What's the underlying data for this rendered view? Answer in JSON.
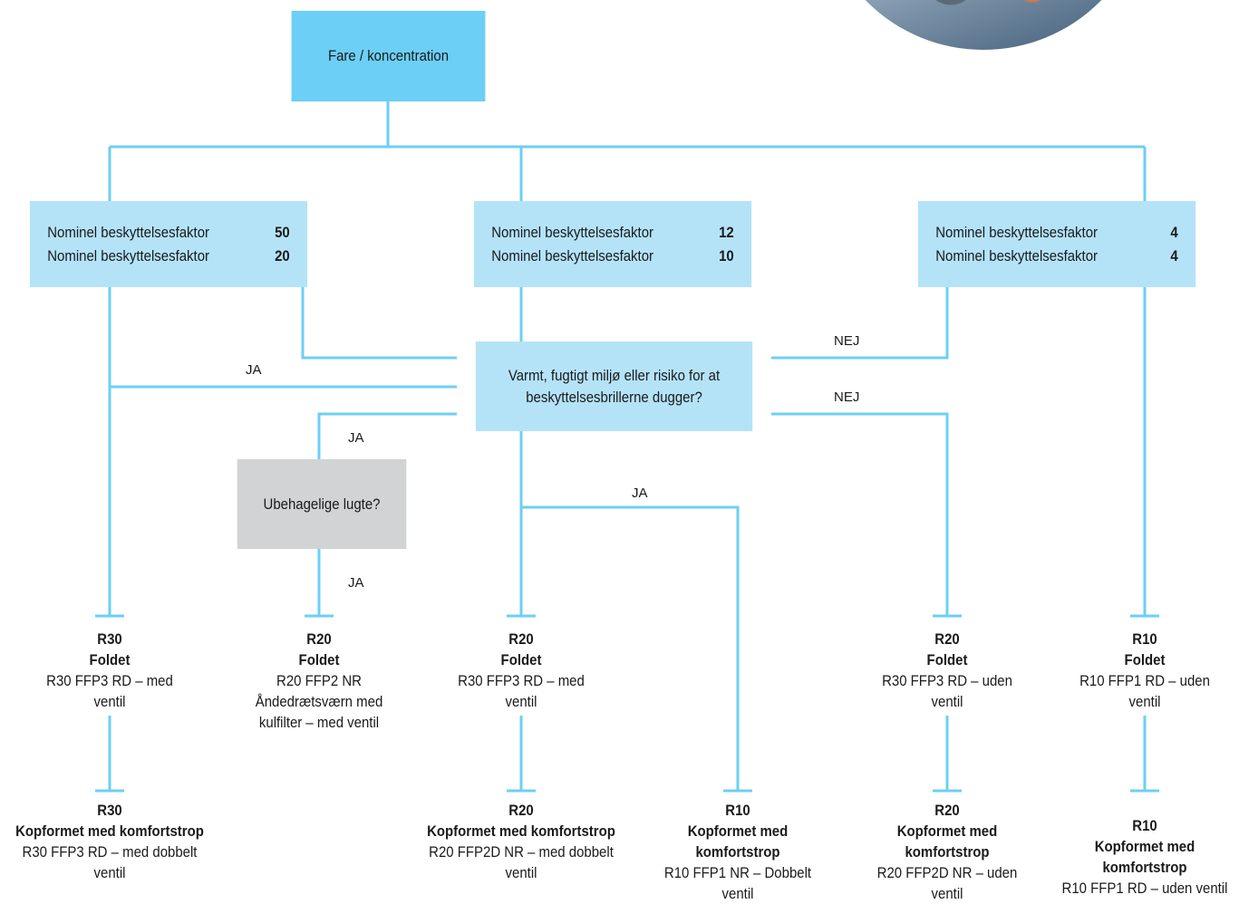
{
  "root": {
    "label": "Fare / koncentration"
  },
  "factor_groups": [
    {
      "rows": [
        {
          "label": "Nominel beskyttelsesfaktor",
          "value": "50"
        },
        {
          "label": "Nominel beskyttelsesfaktor",
          "value": "20"
        }
      ]
    },
    {
      "rows": [
        {
          "label": "Nominel beskyttelsesfaktor",
          "value": "12"
        },
        {
          "label": "Nominel beskyttelsesfaktor",
          "value": "10"
        }
      ]
    },
    {
      "rows": [
        {
          "label": "Nominel beskyttelsesfaktor",
          "value": "4"
        },
        {
          "label": "Nominel beskyttelsesfaktor",
          "value": "4"
        }
      ]
    }
  ],
  "question_humid": {
    "line1": "Varmt, fugtigt miljø eller risiko for at",
    "line2": "beskyttelsesbrillerne dugger?"
  },
  "question_smell": {
    "label": "Ubehagelige lugte?"
  },
  "edge_labels": {
    "ja": "JA",
    "nej": "NEJ"
  },
  "results_top": [
    {
      "code": "R30",
      "kind": "Foldet",
      "desc": "R30 FFP3 RD – med ventil"
    },
    {
      "code": "R20",
      "kind": "Foldet",
      "desc": "R20 FFP2 NR Åndedrætsværn med kulfilter – med ventil"
    },
    {
      "code": "R20",
      "kind": "Foldet",
      "desc": "R30 FFP3 RD – med ventil"
    },
    {
      "code": "R20",
      "kind": "Foldet",
      "desc": "R30 FFP3 RD – uden ventil"
    },
    {
      "code": "R10",
      "kind": "Foldet",
      "desc": "R10 FFP1 RD – uden ventil"
    }
  ],
  "results_bottom": [
    {
      "code": "R30",
      "kind": "Kopformet med komfortstrop",
      "desc": "R30 FFP3 RD – med dobbelt ventil"
    },
    {
      "code": "R20",
      "kind": "Kopformet med komfortstrop",
      "desc": "R20 FFP2D NR – med dobbelt ventil"
    },
    {
      "code": "R10",
      "kind": "Kopformet med komfortstrop",
      "desc": "R10 FFP1 NR – Dobbelt ventil"
    },
    {
      "code": "R20",
      "kind": "Kopformet med komfortstrop",
      "desc": "R20 FFP2D NR – uden ventil"
    },
    {
      "code": "R10",
      "kind": "Kopformet med komfortstrop",
      "desc": "R10 FFP1 RD – uden ventil"
    }
  ],
  "colors": {
    "line": "#6ccff6",
    "root_box": "#6ccff6",
    "factor_box": "#b4e3f8",
    "question_box": "#b4e3f8",
    "smell_box": "#d1d3d4"
  }
}
